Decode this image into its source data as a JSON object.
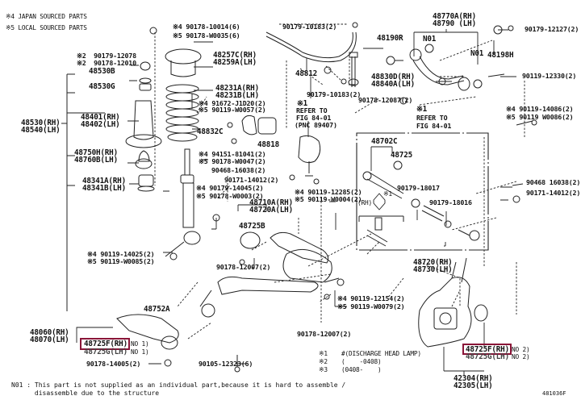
{
  "legend_top": {
    "line1": "※4 JAPAN SOURCED PARTS",
    "line2": "※5 LOCAL SOURCED PARTS"
  },
  "labels": {
    "p90179_12078": "※2  90179-12078",
    "p90178_12010": "※2  90178-12010",
    "p48530B": "48530B",
    "p48530G": "48530G",
    "p48401": "48401(RH)",
    "p48402": "48402(LH)",
    "p48530": "48530(RH)",
    "p48540": "48540(LH)",
    "p48750H": "48750H(RH)",
    "p48760B": "48760B(LH)",
    "p48341A": "48341A(RH)",
    "p48341B": "48341B(LH)",
    "p4_90178_10014": "※4 90178-10014(6)",
    "p5_90178_W0035": "※5 90178-W0035(6)",
    "p48257C": "48257C(RH)",
    "p48259A": "48259A(LH)",
    "p48231A": "48231A(RH)",
    "p48231B": "48231B(LH)",
    "p4_91672": "※4 91672-J1D20(2)",
    "p5_90119_W0057": "※5 90119-W0057(2)",
    "p48832C": "48832C",
    "p48818": "48818",
    "p4_94151": "※4 94151-81041(2)",
    "p5_90178_W0047": "※5 90178-W0047(2)",
    "p90468_16038a": "90468-16038(2)",
    "p90171_14012a": "90171-14012(2)",
    "p4_90179_14045": "※4 90179-14045(2)",
    "p5_90178_W0003": "※5 90178-W0003(2)",
    "p48710A": "48710A(RH)",
    "p48720A": "48720A(LH)",
    "p48725B": "48725B",
    "p90178_12007a": "90178-12007(2)",
    "p4_90119_14025": "※4 90119-14025(2)",
    "p5_90119_W0085": "※5 90119-W0085(2)",
    "p48752A": "48752A",
    "p48060": "48060(RH)",
    "p48070": "48070(LH)",
    "p48725F_left": "48725F(RH)",
    "p48725G_left": "48725G(LH)",
    "no1_left": "NO 1)",
    "no1_left2": "NO 1)",
    "p90178_14005": "90178-14005(2)",
    "p90105_12323": "90105-12323(6)",
    "p90179_10183a": "90179-10183(2)",
    "p48812": "48812",
    "p90179_10183b": "90179-10183(2)",
    "ref1_mark": "※1",
    "ref1_line1": "REFER TO",
    "ref1_line2": "FIG 84-01",
    "ref1_line3": "(PNC 89407)",
    "p48190R": "48190R",
    "p48830D": "48830D(RH)",
    "p48840A": "48840A(LH)",
    "p90178_12087": "90178-12087(2)",
    "p48770A": "48770A(RH)",
    "p48790": "48790 (LH)",
    "n01a": "N01",
    "n01b": "N01",
    "p48198H": "48198H",
    "p90179_12127": "90179-12127(2)",
    "p90119_12330": "90119-12330(2)",
    "ref2_mark": "※1",
    "ref2_line1": "REFER TO",
    "ref2_line2": "FIG 84-01",
    "p4_90119_14086": "※4 90119-14086(2)",
    "p5_90119_W0086": "※5 90119 W0086(2)",
    "p48702C": "48702C",
    "p48725": "48725",
    "p90179_18017": "90179-18017",
    "p90179_18016": "90179-18016",
    "rh_mark": "※1",
    "rh_text": "(RH)",
    "p90468_16038b": "90468 16038(2)",
    "p90171_14012b": "90171-14012(2)",
    "p4_90119_12285": "※4 90119-12285(2)",
    "p5_90119_W0004": "※5 90119-W0004(2)",
    "p48720": "48720(RH)",
    "p48730": "48730(LH)",
    "p4_90119_12154": "※4 90119-12154(2)",
    "p5_90119_W0079": "※5 90119-W0079(2)",
    "p90178_12007b": "90178-12007(2)",
    "p48725F_right": "48725F(RH)",
    "p48725G_right": "48725G(LH)",
    "no2_right": "NO 2)",
    "no2_right2": "NO 2)",
    "p42304": "42304(RH)",
    "p42305": "42305(LH)"
  },
  "notes_legend": {
    "n1_mark": "※1",
    "n1_text": "#(DISCHARGE HEAD LAMP)",
    "n2_mark": "※2",
    "n2_text": "(    -0408)",
    "n3_mark": "※3",
    "n3_text": "(0408-    )"
  },
  "footnote": {
    "line1": "N01 : This part is not supplied as an individual part,because it is hard to assemble /",
    "line2": "      disassemble due to the structure"
  },
  "figure_id": "481036F",
  "highlight_color": "#8a1538"
}
